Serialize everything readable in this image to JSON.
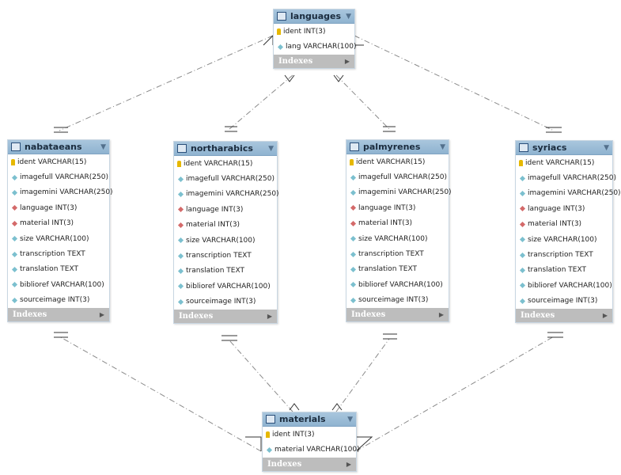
{
  "tables": {
    "languages": {
      "name": "languages",
      "columns": [
        {
          "icon": "primary-key",
          "text": "ident INT(3)"
        },
        {
          "icon": "column",
          "text": "lang VARCHAR(100)"
        }
      ],
      "indexes_label": "Indexes"
    },
    "nabataeans": {
      "name": "nabataeans",
      "columns": [
        {
          "icon": "primary-key",
          "text": "ident VARCHAR(15)"
        },
        {
          "icon": "column",
          "text": "imagefull VARCHAR(250)"
        },
        {
          "icon": "column",
          "text": "imagemini VARCHAR(250)"
        },
        {
          "icon": "foreign-key",
          "text": "language INT(3)"
        },
        {
          "icon": "foreign-key",
          "text": "material INT(3)"
        },
        {
          "icon": "column",
          "text": "size VARCHAR(100)"
        },
        {
          "icon": "column",
          "text": "transcription TEXT"
        },
        {
          "icon": "column",
          "text": "translation TEXT"
        },
        {
          "icon": "column",
          "text": "biblioref VARCHAR(100)"
        },
        {
          "icon": "column",
          "text": "sourceimage INT(3)"
        }
      ],
      "indexes_label": "Indexes"
    },
    "northarabics": {
      "name": "northarabics",
      "columns": [
        {
          "icon": "primary-key",
          "text": "ident VARCHAR(15)"
        },
        {
          "icon": "column",
          "text": "imagefull VARCHAR(250)"
        },
        {
          "icon": "column",
          "text": "imagemini VARCHAR(250)"
        },
        {
          "icon": "foreign-key",
          "text": "language INT(3)"
        },
        {
          "icon": "foreign-key",
          "text": "material INT(3)"
        },
        {
          "icon": "column",
          "text": "size VARCHAR(100)"
        },
        {
          "icon": "column",
          "text": "transcription TEXT"
        },
        {
          "icon": "column",
          "text": "translation TEXT"
        },
        {
          "icon": "column",
          "text": "biblioref VARCHAR(100)"
        },
        {
          "icon": "column",
          "text": "sourceimage INT(3)"
        }
      ],
      "indexes_label": "Indexes"
    },
    "palmyrenes": {
      "name": "palmyrenes",
      "columns": [
        {
          "icon": "primary-key",
          "text": "ident VARCHAR(15)"
        },
        {
          "icon": "column",
          "text": "imagefull VARCHAR(250)"
        },
        {
          "icon": "column",
          "text": "imagemini VARCHAR(250)"
        },
        {
          "icon": "foreign-key",
          "text": "language INT(3)"
        },
        {
          "icon": "foreign-key",
          "text": "material INT(3)"
        },
        {
          "icon": "column",
          "text": "size VARCHAR(100)"
        },
        {
          "icon": "column",
          "text": "transcription TEXT"
        },
        {
          "icon": "column",
          "text": "translation TEXT"
        },
        {
          "icon": "column",
          "text": "biblioref VARCHAR(100)"
        },
        {
          "icon": "column",
          "text": "sourceimage INT(3)"
        }
      ],
      "indexes_label": "Indexes"
    },
    "syriacs": {
      "name": "syriacs",
      "columns": [
        {
          "icon": "primary-key",
          "text": "ident VARCHAR(15)"
        },
        {
          "icon": "column",
          "text": "imagefull VARCHAR(250)"
        },
        {
          "icon": "column",
          "text": "imagemini VARCHAR(250)"
        },
        {
          "icon": "foreign-key",
          "text": "language INT(3)"
        },
        {
          "icon": "foreign-key",
          "text": "material INT(3)"
        },
        {
          "icon": "column",
          "text": "size VARCHAR(100)"
        },
        {
          "icon": "column",
          "text": "transcription TEXT"
        },
        {
          "icon": "column",
          "text": "translation TEXT"
        },
        {
          "icon": "column",
          "text": "biblioref VARCHAR(100)"
        },
        {
          "icon": "column",
          "text": "sourceimage INT(3)"
        }
      ],
      "indexes_label": "Indexes"
    },
    "materials": {
      "name": "materials",
      "columns": [
        {
          "icon": "primary-key",
          "text": "ident INT(3)"
        },
        {
          "icon": "column",
          "text": "material VARCHAR(100)"
        }
      ],
      "indexes_label": "Indexes"
    }
  },
  "colors": {
    "header": "#9dbcd6",
    "indexes_bar": "#bdbdbd",
    "primary_key": "#e6b800",
    "foreign_key": "#d46a6a",
    "column": "#7cc0cf",
    "relationship_line": "#888888"
  }
}
